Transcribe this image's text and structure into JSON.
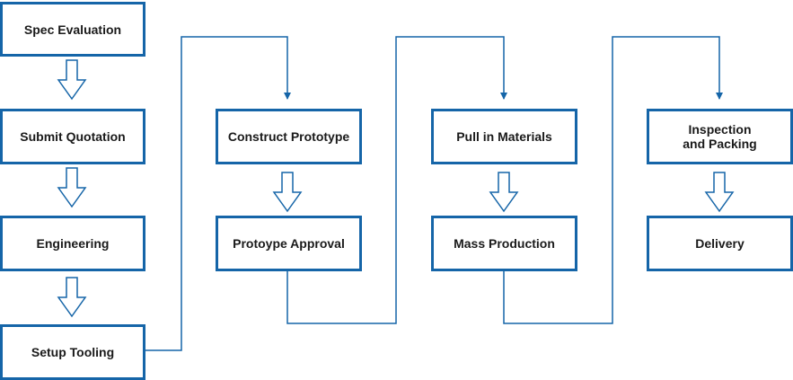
{
  "colors": {
    "stroke": "#1565a8",
    "text": "#1a1a1a",
    "background": "#ffffff"
  },
  "steps": [
    {
      "id": "spec-evaluation",
      "label": "Spec Evaluation"
    },
    {
      "id": "submit-quotation",
      "label": "Submit Quotation"
    },
    {
      "id": "engineering",
      "label": "Engineering"
    },
    {
      "id": "setup-tooling",
      "label": "Setup Tooling"
    },
    {
      "id": "construct-prototype",
      "label": "Construct Prototype"
    },
    {
      "id": "prototype-approval",
      "label": "Protoype Approval"
    },
    {
      "id": "pull-in-materials",
      "label": "Pull in Materials"
    },
    {
      "id": "mass-production",
      "label": "Mass Production"
    },
    {
      "id": "inspection-and-packing",
      "label": "Inspection\nand Packing"
    },
    {
      "id": "delivery",
      "label": "Delivery"
    }
  ]
}
